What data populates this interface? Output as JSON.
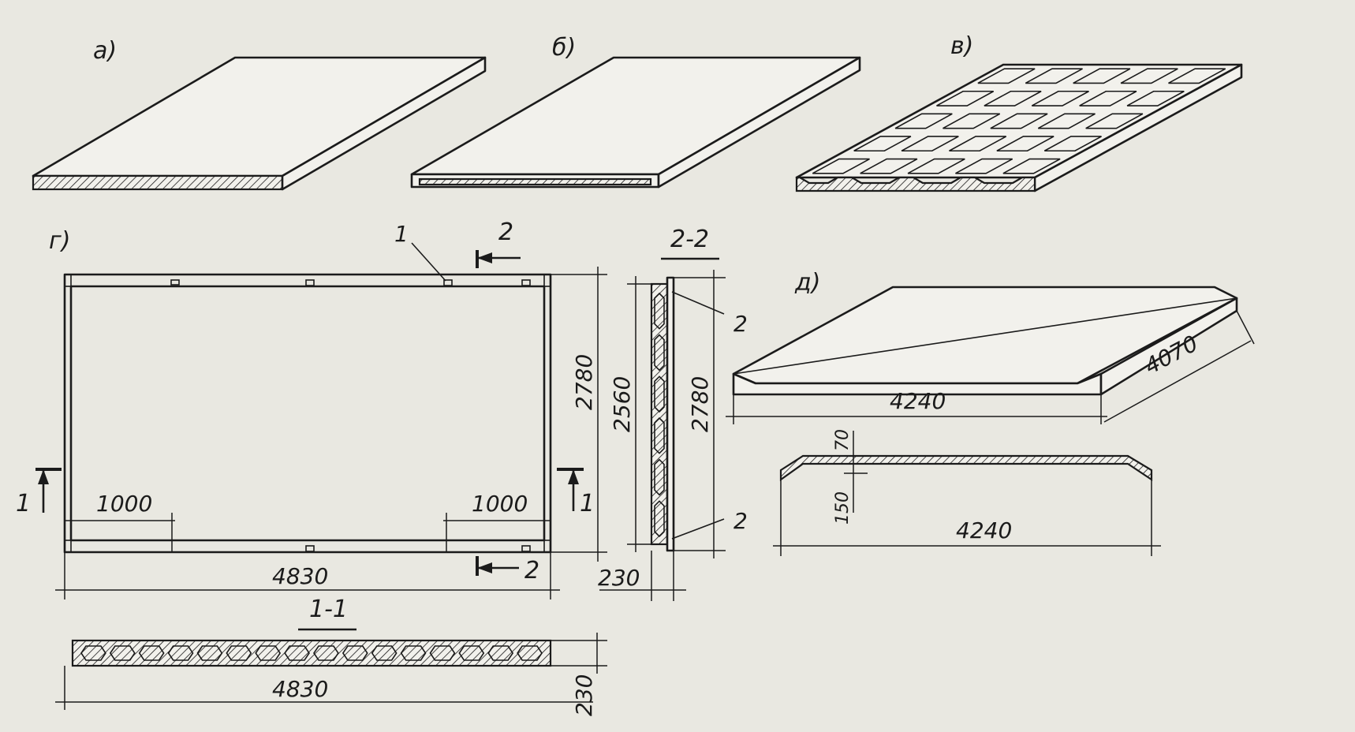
{
  "labels": {
    "a": "а)",
    "b": "б)",
    "v": "в)",
    "g": "г)",
    "d": "д)"
  },
  "sections": {
    "s22": "2-2",
    "s11": "1-1",
    "mark1": "1",
    "mark2": "2"
  },
  "dimensions": {
    "g_width": "4830",
    "g_height": "2780",
    "g_left_offset": "1000",
    "g_right_offset": "1000",
    "s22_inner_height": "2560",
    "s22_height": "2780",
    "s22_thickness": "230",
    "s11_width": "4830",
    "s11_thickness": "230",
    "d_length": "4240",
    "d_width": "4070",
    "d_section_top": "70",
    "d_section_rib": "150",
    "d_section_length": "4240"
  }
}
